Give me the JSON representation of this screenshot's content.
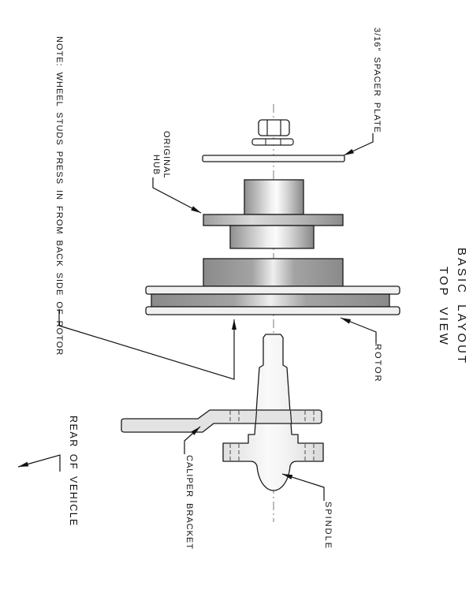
{
  "title": {
    "line1": "BASIC LAYOUT",
    "line2": "TOP VIEW"
  },
  "note": "NOTE: WHEEL STUDS PRESS IN FROM BACK SIDE OF ROTOR",
  "labels": {
    "spacer_plate": "3/16\" SPACER PLATE",
    "original_hub": {
      "line1": "ORIGINAL",
      "line2": "HUB"
    },
    "rotor": "ROTOR",
    "caliper_bracket": "CALIPER BRACKET",
    "spindle": "SPINDLE",
    "rear_of_vehicle": "REAR OF VEHICLE"
  },
  "parts": [
    "hex-nut",
    "washer",
    "spacer-plate",
    "original-hub",
    "rotor",
    "spindle",
    "caliper-bracket"
  ],
  "colors": {
    "line": "#1a1a1a",
    "leader": "#111111",
    "metal_dark": "#8a8a8a",
    "metal_mid": "#c0c0c0",
    "metal_light": "#f2f2f2",
    "spindle_fill": "#efefef",
    "bracket_fill": "#e3e3e3",
    "background": "#ffffff"
  }
}
